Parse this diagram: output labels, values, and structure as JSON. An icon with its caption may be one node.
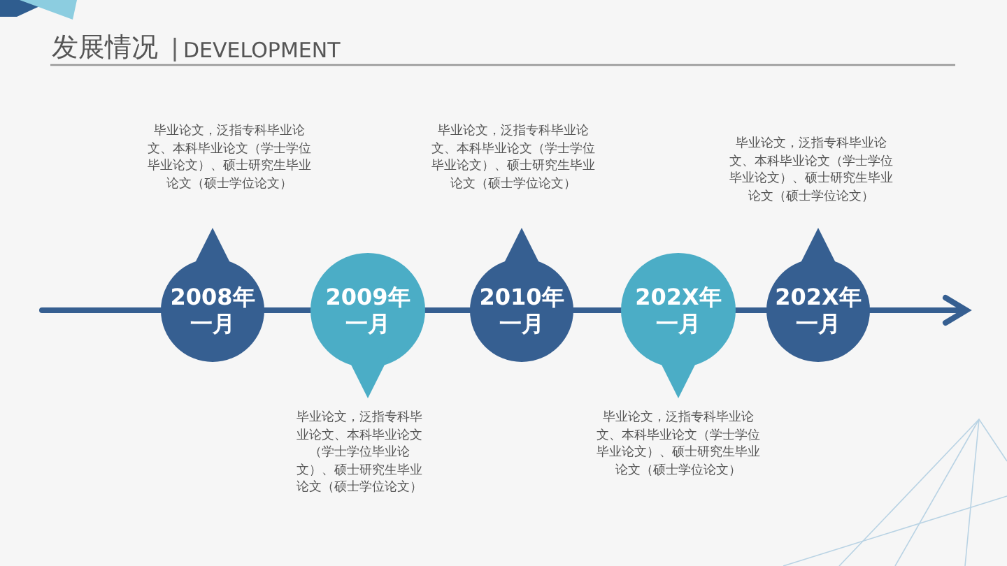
{
  "diagram": {
    "title": "发展情况",
    "labels": [
      "DEVELOPMENT"
    ],
    "nodes": [
      {
        "text": [
          "2008年一月"
        ],
        "beside": [
          "毕业论文，泛指专科毕业论文、本科毕业论文（学士学位毕业论文）、硕士研究生毕业论文（硕士学位论文）"
        ]
      },
      {
        "text": [
          "2009年一月"
        ],
        "beside": [
          "毕业论文，泛指专科毕业论文、本科毕业论文（学士学位毕业论文）、硕士研究生毕业论文（硕士学位论文）"
        ]
      },
      {
        "text": [
          "2010年一月"
        ],
        "beside": [
          "毕业论文，泛指专科毕业论文、本科毕业论文（学士学位毕业论文）、硕士研究生毕业论文（硕士学位论文）"
        ]
      },
      {
        "text": [
          "202X年一月"
        ],
        "beside": [
          "毕业论文，泛指专科毕业论文、本科毕业论文（学士学位毕业论文）、硕士研究生毕业论文（硕士学位论文）"
        ]
      },
      {
        "text": [
          "202X年一月"
        ],
        "beside": [
          "毕业论文，泛指专科毕业论文、本科毕业论文（学士学位毕业论文）、硕士研究生毕业论文（硕士学位论文）"
        ]
      }
    ]
  }
}
